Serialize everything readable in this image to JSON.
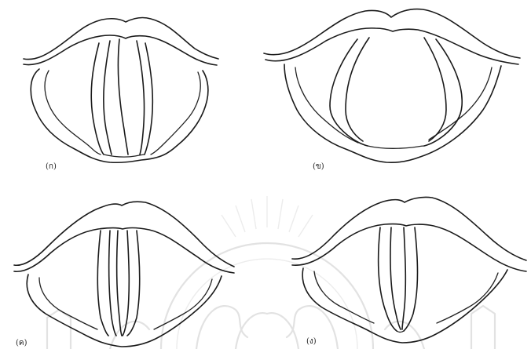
{
  "figure": {
    "panels": [
      {
        "label": "(ก)",
        "state": "vocal-folds-partly-open"
      },
      {
        "label": "(ข)",
        "state": "vocal-folds-wide-open"
      },
      {
        "label": "(ค)",
        "state": "vocal-folds-closed"
      },
      {
        "label": "(ง)",
        "state": "vocal-folds-slightly-open"
      }
    ]
  },
  "colors": {
    "ink": "#1a1a1a",
    "background": "#ffffff",
    "watermark": "#e2e2e2"
  }
}
